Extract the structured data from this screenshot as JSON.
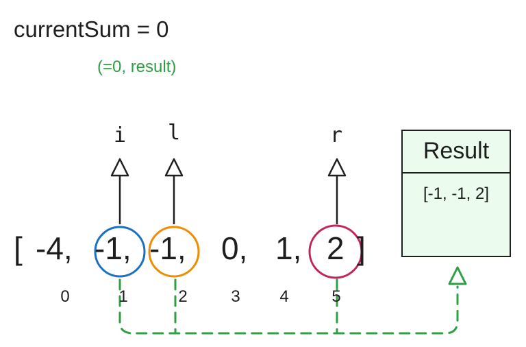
{
  "title": "currentSum = 0",
  "note": "(=0, result)",
  "pointers": {
    "i": "i",
    "l": "l",
    "r": "r"
  },
  "array": {
    "open": "[",
    "close": "]",
    "items": [
      "-4,",
      "-1,",
      "-1,",
      "0,",
      "1,",
      "2"
    ]
  },
  "indices": [
    "0",
    "1",
    "2",
    "3",
    "4",
    "5"
  ],
  "result": {
    "title": "Result",
    "value": "[-1, -1, 2]"
  },
  "colors": {
    "circle_i": "#1971c2",
    "circle_l": "#f08c00",
    "circle_r": "#c2255c",
    "green": "#2f9e44",
    "result_fill": "#ebfbee"
  }
}
